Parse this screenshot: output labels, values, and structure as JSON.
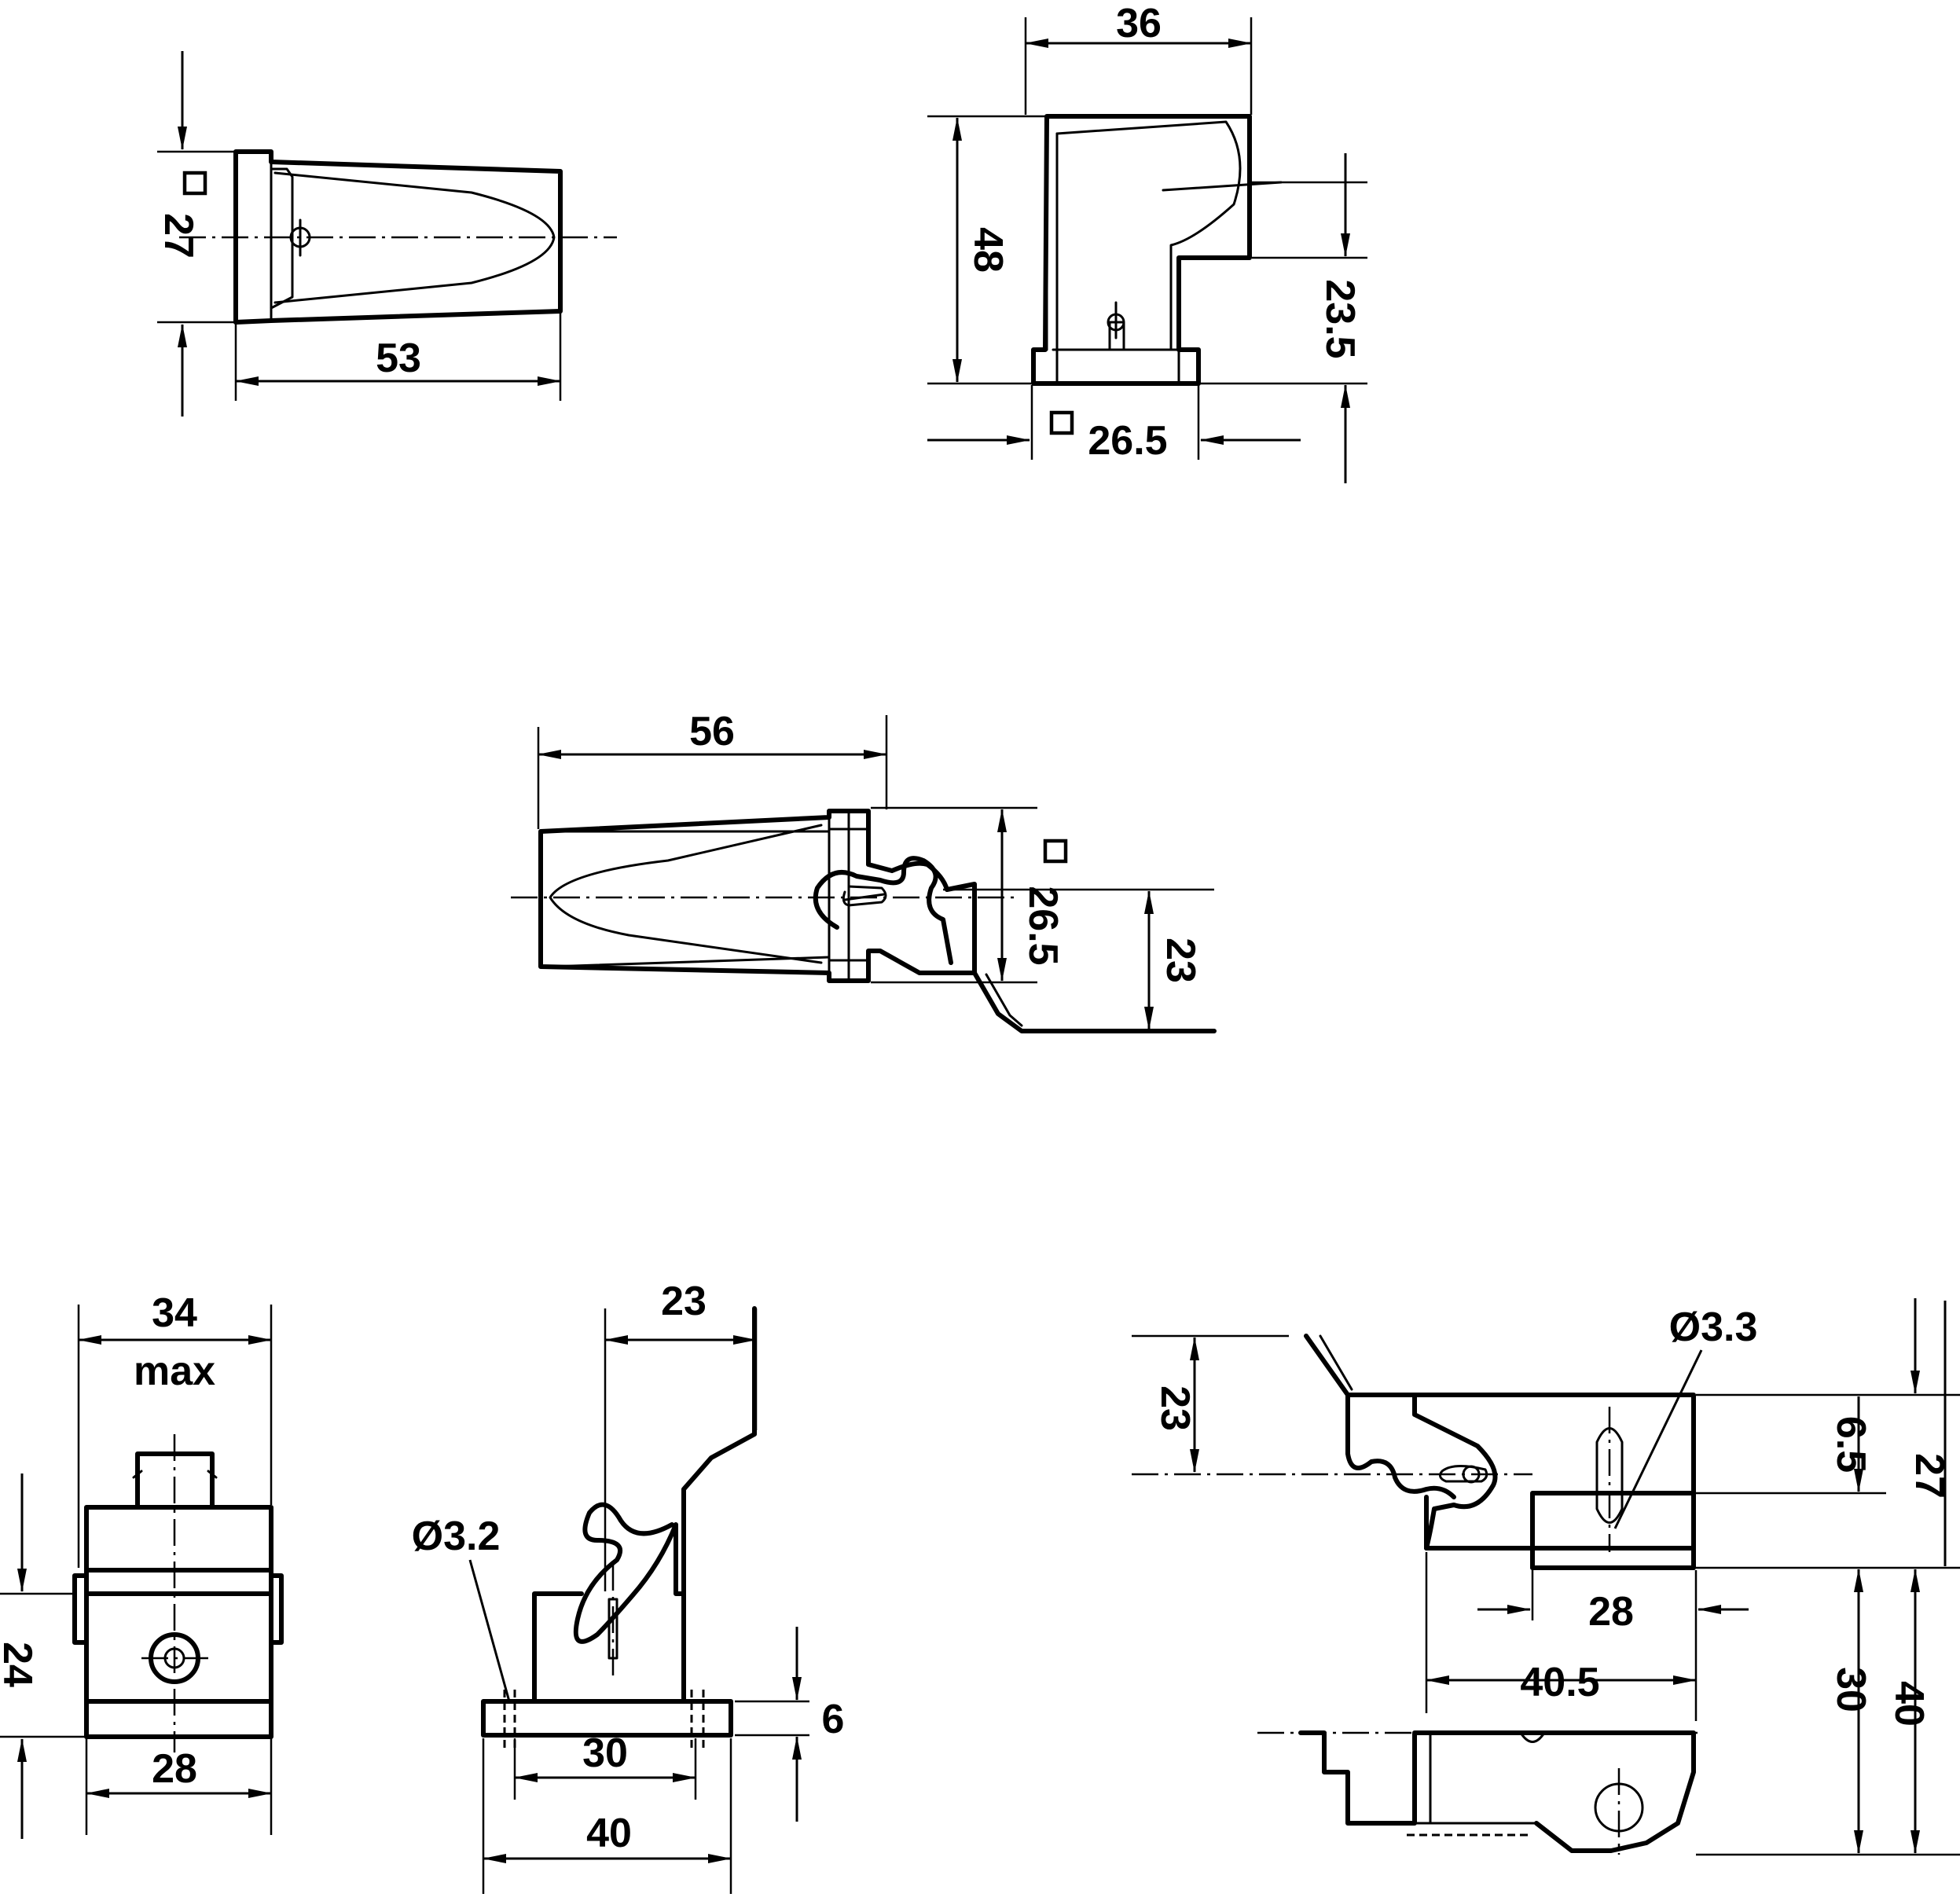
{
  "views": {
    "top_left": {
      "dim_width": "27",
      "dim_length": "53"
    },
    "top_right": {
      "dim_top": "36",
      "dim_height": "48",
      "dim_offset": "23.5",
      "dim_base": "26.5"
    },
    "middle": {
      "dim_length": "56",
      "dim_square": "26.5",
      "dim_height": "23"
    },
    "bottom_left": {
      "dim_width": "34",
      "dim_width_note": "max",
      "dim_height": "24",
      "dim_base": "28"
    },
    "bottom_middle": {
      "dim_top": "23",
      "dim_hole": "Ø3.2",
      "dim_thickness": "6",
      "dim_hole_spacing": "30",
      "dim_base": "40"
    },
    "bottom_right": {
      "dim_height_left": "23",
      "dim_hole": "Ø3.3",
      "dim_small": "6.5",
      "dim_total_top": "27",
      "dim_inner": "28",
      "dim_outer": "40.5",
      "dim_lower": "30",
      "dim_lower_total": "40"
    }
  }
}
